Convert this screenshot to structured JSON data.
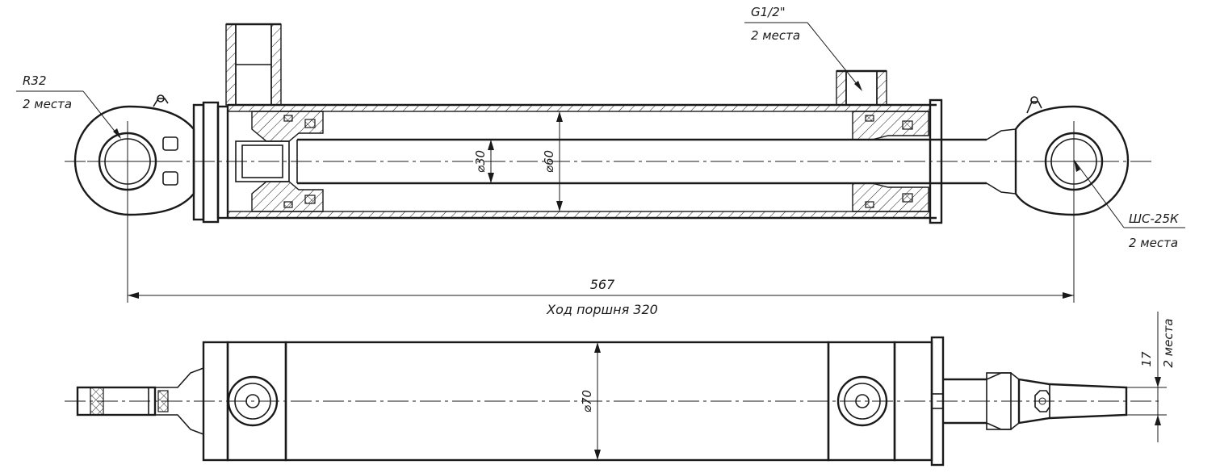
{
  "labels": {
    "eye_radius": "R32",
    "eye_radius_qty": "2 места",
    "port_thread": "G1/2\"",
    "port_qty": "2 места",
    "bearing": "ШС-25К",
    "bearing_qty": "2 места",
    "rod_diameter": "⌀30",
    "bore_diameter": "⌀60",
    "overall_length": "567",
    "stroke": "Ход поршня 320",
    "outer_diameter": "⌀70",
    "slot_width": "17",
    "slot_qty": "2 места"
  }
}
